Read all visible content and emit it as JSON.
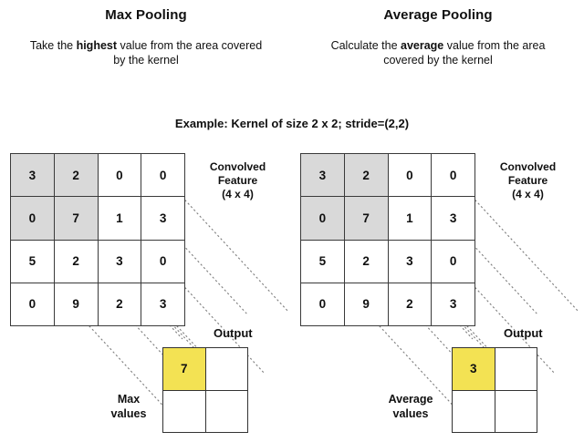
{
  "diagram": {
    "example_note": "Example:  Kernel of size 2 x 2;  stride=(2,2)",
    "feature_label_line1": "Convolved",
    "feature_label_line2": "Feature",
    "feature_label_line3": "(4 x 4)",
    "output_label": "Output",
    "colors": {
      "highlight": "#f3e253",
      "kernel_shade": "#d9d9d9",
      "grid_stroke": "#3a3a3a",
      "ray_stroke": "#7d7d7d"
    }
  },
  "panels": [
    {
      "id": "max-pooling",
      "title": "Max Pooling",
      "desc_pre": "Take the ",
      "desc_bold": "highest",
      "desc_post": " value from the area covered by the kernel",
      "values_label_line1": "Max",
      "values_label_line2": "values",
      "feature_matrix": [
        [
          "3",
          "2",
          "0",
          "0"
        ],
        [
          "0",
          "7",
          "1",
          "3"
        ],
        [
          "5",
          "2",
          "3",
          "0"
        ],
        [
          "0",
          "9",
          "2",
          "3"
        ]
      ],
      "shaded_cells": [
        [
          0,
          0
        ],
        [
          0,
          1
        ],
        [
          1,
          0
        ],
        [
          1,
          1
        ]
      ],
      "output_matrix": [
        [
          "7",
          ""
        ],
        [
          "",
          ""
        ]
      ],
      "output_highlight": [
        0,
        0
      ]
    },
    {
      "id": "average-pooling",
      "title": "Average Pooling",
      "desc_pre": "Calculate the ",
      "desc_bold": "average",
      "desc_post": " value from the area covered by the kernel",
      "values_label_line1": "Average",
      "values_label_line2": "values",
      "feature_matrix": [
        [
          "3",
          "2",
          "0",
          "0"
        ],
        [
          "0",
          "7",
          "1",
          "3"
        ],
        [
          "5",
          "2",
          "3",
          "0"
        ],
        [
          "0",
          "9",
          "2",
          "3"
        ]
      ],
      "shaded_cells": [
        [
          0,
          0
        ],
        [
          0,
          1
        ],
        [
          1,
          0
        ],
        [
          1,
          1
        ]
      ],
      "output_matrix": [
        [
          "3",
          ""
        ],
        [
          "",
          ""
        ]
      ],
      "output_highlight": [
        0,
        0
      ]
    }
  ],
  "chart_data": {
    "type": "diagram",
    "title": "Max Pooling vs Average Pooling",
    "kernel_size": "2 x 2",
    "stride": "(2,2)",
    "input_matrix": [
      [
        3,
        2,
        0,
        0
      ],
      [
        0,
        7,
        1,
        3
      ],
      [
        5,
        2,
        3,
        0
      ],
      [
        0,
        9,
        2,
        3
      ]
    ],
    "max_pool_output": [
      [
        7,
        null
      ],
      [
        null,
        null
      ]
    ],
    "average_pool_output": [
      [
        3,
        null
      ],
      [
        null,
        null
      ]
    ]
  }
}
